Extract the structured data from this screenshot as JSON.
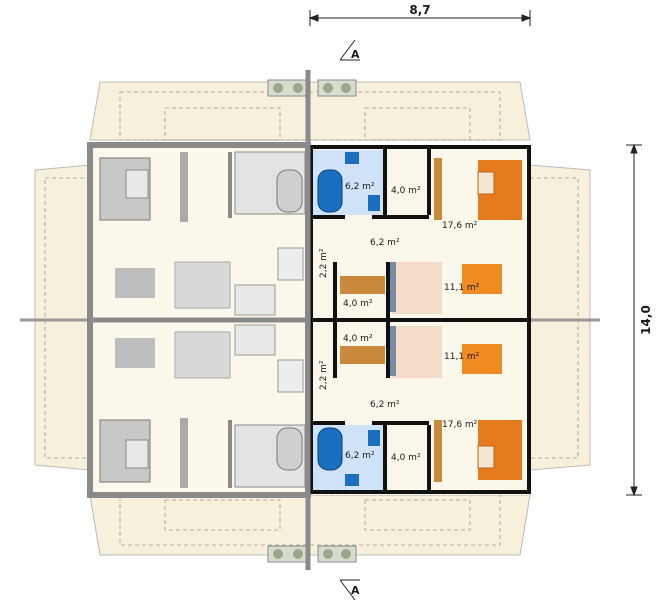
{
  "dimensions": {
    "width_label": "8,7",
    "height_label": "14,0"
  },
  "section_marker": {
    "top": "A",
    "bottom": "A"
  },
  "colors": {
    "terrace": "#f7f0da",
    "floor": "#fbf7ea",
    "wall": "#111111",
    "wall_grey": "#8a8a8a",
    "bathroom_tile": "#cfe2f7",
    "bath_blue": "#1a6fc1",
    "sofa_orange": "#e57a1e",
    "stair_wood": "#c98a3c",
    "kitchen_tile": "#f5dcc8",
    "chair_orange": "#f08a22"
  },
  "rooms": {
    "bathroom_top": "6,2 m²",
    "wc_top": "4,0 m²",
    "living_top": "17,6 m²",
    "hall_top": "6,2 m²",
    "stair_top": "2,2 m²",
    "kitchen_top": "11,1 m²",
    "pantry_top": "4,0 m²",
    "pantry_bottom": "4,0 m²",
    "kitchen_bottom": "11,1 m²",
    "stair_bottom": "2,2 m²",
    "hall_bottom": "6,2 m²",
    "living_bottom": "17,6 m²",
    "bathroom_bottom": "6,2 m²",
    "wc_bottom": "4,0 m²"
  }
}
